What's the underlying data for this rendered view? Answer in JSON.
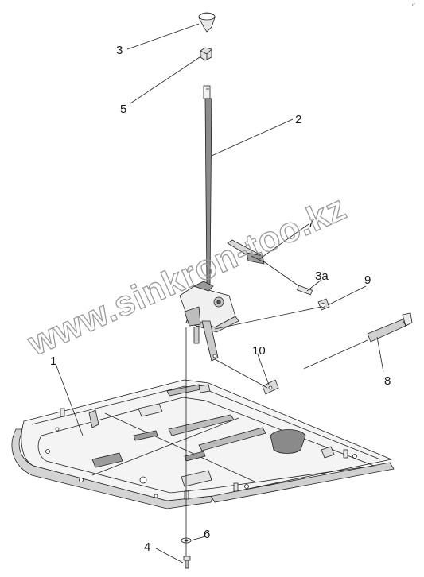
{
  "corner_mark": "r''",
  "watermark": "www.sinkron-too.kz",
  "callouts": {
    "c1": "1",
    "c2": "2",
    "c3": "3",
    "c3a": "3a",
    "c4": "4",
    "c5": "5",
    "c6": "6",
    "c7": "7",
    "c8": "8",
    "c9": "9",
    "c10": "10"
  },
  "colors": {
    "line": "#222222",
    "part_fill": "#ffffff",
    "part_shade": "#c8c8c8",
    "dark_shade": "#7a7a7a",
    "watermark": "#9a9a9a"
  }
}
